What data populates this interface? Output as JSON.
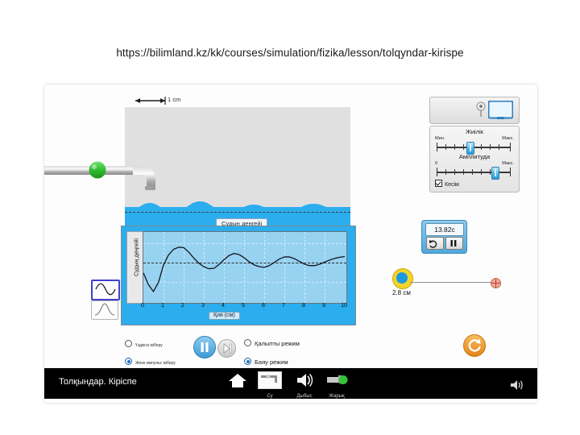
{
  "page": {
    "url_caption": "https://bilimland.kz/kk/courses/simulation/fizika/lesson/tolqyndar-kirispe"
  },
  "simulation": {
    "scale_bar": {
      "label": "1 cm"
    },
    "water_level_label": "Судың деңгейі",
    "faucet": {
      "icon": "faucet-pipe-icon",
      "button_color": "#2fbf2f"
    },
    "tape_measure": {
      "value": "2.8 см",
      "icon": "tape-measure-icon"
    },
    "timer": {
      "value": "13.82c",
      "reset_icon": "reset-arrow-icon",
      "pause_icon": "pause-icon"
    },
    "restart_button": {
      "icon": "restart-circular-arrow-icon",
      "color": "#e3821a"
    }
  },
  "control_panel": {
    "view_toggle": {
      "ruler_icon": "ruler-pin-icon",
      "screen_icon": "screen-view-icon"
    },
    "frequency": {
      "title": "Жиілік",
      "min_label": "Мин.",
      "max_label": "Макс.",
      "value_percent": 45
    },
    "amplitude": {
      "title": "Амплитуда",
      "min_label": "0",
      "max_label": "Макс.",
      "value_percent": 80
    },
    "checkbox": {
      "label": "Кесім",
      "checked": true
    }
  },
  "wave_modes": [
    {
      "name": "continuous-wave",
      "icon": "sine-wave-icon",
      "selected": true
    },
    {
      "name": "pulse-wave",
      "icon": "pulse-wave-icon",
      "selected": false
    }
  ],
  "playback": {
    "left_options": [
      {
        "label": "Үздіксіз жіберу",
        "selected": false
      },
      {
        "label": "Жеке импульс жіберу",
        "selected": true
      }
    ],
    "pause_button_icon": "pause-icon",
    "step_button_icon": "step-forward-icon",
    "right_options": [
      {
        "label": "Қалыпты режим",
        "selected": false
      },
      {
        "label": "Баяу режим",
        "selected": true
      }
    ]
  },
  "taskbar": {
    "title": "Толқындар. Кіріспе",
    "items": [
      {
        "name": "home",
        "label": "",
        "icon": "home-icon"
      },
      {
        "name": "water",
        "label": "Су",
        "icon": "faucet-icon"
      },
      {
        "name": "sound",
        "label": "Дыбыс",
        "icon": "speaker-icon"
      },
      {
        "name": "light",
        "label": "Жарық",
        "icon": "flashlight-icon"
      }
    ],
    "volume_icon": "volume-icon"
  },
  "chart_data": {
    "type": "line",
    "title": "Судың деңгейі",
    "xlabel": "Қия (см)",
    "ylabel": "Судың деңгейі",
    "xtick_labels": [
      "0",
      "1",
      "2",
      "3",
      "4",
      "5",
      "6",
      "7",
      "8",
      "9",
      "10"
    ],
    "xlim": [
      0,
      10
    ],
    "ylim": [
      -1,
      1
    ],
    "grid": true,
    "legend": "none",
    "series": [
      {
        "name": "water-surface-displacement",
        "x": [
          0,
          0.25,
          0.5,
          0.75,
          1,
          1.25,
          1.5,
          1.75,
          2,
          2.25,
          2.5,
          2.75,
          3,
          3.25,
          3.5,
          3.75,
          4,
          4.25,
          4.5,
          4.75,
          5,
          5.25,
          5.5,
          5.75,
          6,
          6.25,
          6.5,
          6.75,
          7,
          7.25,
          7.5,
          7.75,
          8,
          8.25,
          8.5,
          8.75,
          9,
          9.25,
          9.5,
          9.75,
          10
        ],
        "y": [
          -0.18,
          -0.52,
          -0.72,
          -0.45,
          0.05,
          0.34,
          0.5,
          0.56,
          0.55,
          0.42,
          0.25,
          0.1,
          0.0,
          -0.06,
          -0.05,
          0.06,
          0.2,
          0.32,
          0.38,
          0.35,
          0.26,
          0.14,
          0.05,
          0.0,
          -0.02,
          0.03,
          0.12,
          0.22,
          0.28,
          0.28,
          0.23,
          0.15,
          0.07,
          0.03,
          0.03,
          0.07,
          0.13,
          0.19,
          0.24,
          0.27,
          0.29
        ]
      }
    ]
  }
}
